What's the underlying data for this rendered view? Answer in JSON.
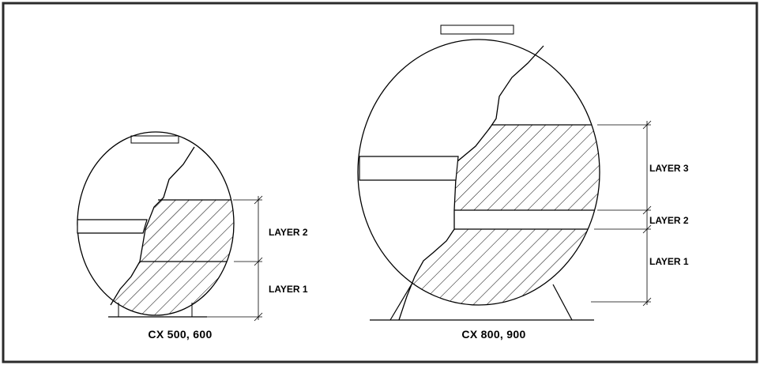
{
  "figure": {
    "left_tank": {
      "caption": "CX 500, 600",
      "layers": [
        "LAYER 2",
        "LAYER 1"
      ]
    },
    "right_tank": {
      "caption": "CX 800, 900",
      "layers": [
        "LAYER 3",
        "LAYER 2",
        "LAYER 1"
      ]
    }
  },
  "colors": {
    "line": "#000000",
    "frame": "#2b2b2b",
    "background": "#ffffff"
  }
}
